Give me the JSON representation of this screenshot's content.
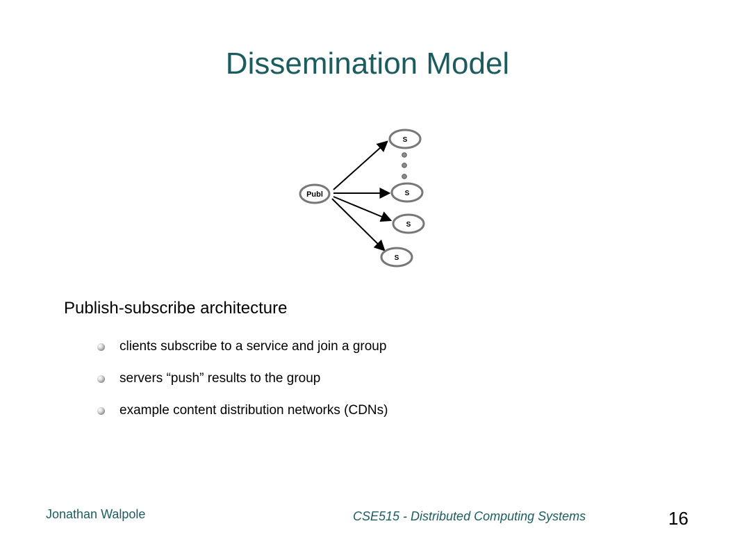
{
  "title": "Dissemination Model",
  "diagram": {
    "publisher_label": "Publ",
    "subscriber_label": "S",
    "subscriber_count": 4,
    "ellipsis_dot_count": 3,
    "colors": {
      "node_stroke": "#777777",
      "node_fill": "#ffffff",
      "arrow": "#000000",
      "dot": "#8a8a8a"
    }
  },
  "content": {
    "heading": "Publish-subscribe architecture",
    "bullets": [
      "clients subscribe to a service and join a group",
      "servers “push” results to the group",
      "example content distribution networks (CDNs)"
    ]
  },
  "footer": {
    "author": "Jonathan Walpole",
    "course": "CSE515 - Distributed Computing Systems",
    "page": "16"
  },
  "colors": {
    "title": "#1d5c5e",
    "footer_text": "#1d5c5e",
    "body_text": "#000000",
    "background": "#ffffff"
  }
}
